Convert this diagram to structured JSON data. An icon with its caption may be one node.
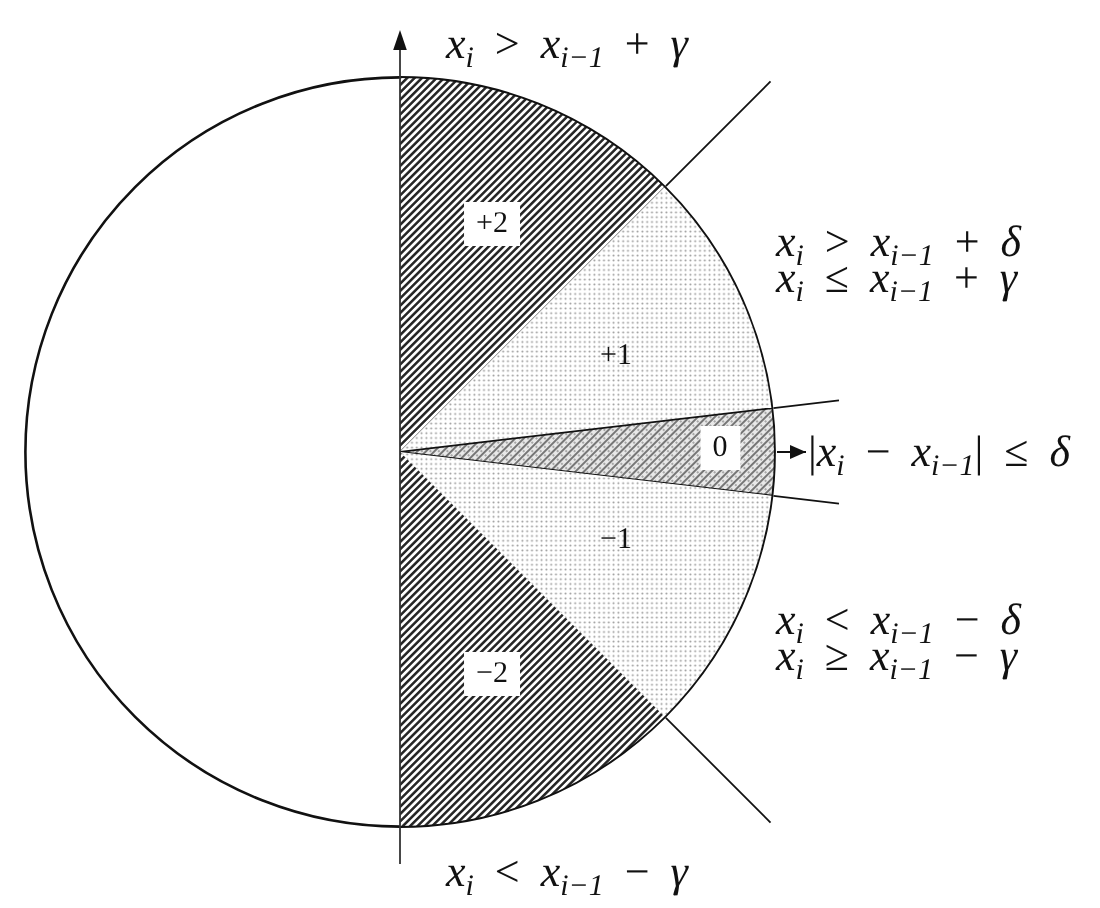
{
  "diagram": {
    "nodes": [
      {
        "text": [],
        "shape": "circle"
      },
      {
        "text": [
          "+2"
        ],
        "in": 0,
        "beside": [
          "*x*$_{i}$ > *x*$_{i−1}$ + *γ*"
        ]
      },
      {
        "text": [
          "+1"
        ],
        "in": 0,
        "beside": [
          "*x*$_{i}$ > *x*$_{i−1}$ + *δ*",
          "*x*$_{i}$ ≤ *x*$_{i−1}$ + *γ*"
        ]
      },
      {
        "text": [
          "0"
        ],
        "in": 0
      },
      {
        "text": [
          "−1"
        ],
        "in": 0,
        "beside": [
          "*x*$_{i}$ < *x*$_{i−1}$ − *δ*",
          "*x*$_{i}$ ≥ *x*$_{i−1}$ − *γ*"
        ]
      },
      {
        "text": [
          "−2"
        ],
        "in": 0,
        "beside": [
          "*x*$_{i}$ < *x*$_{i−1}$ − *γ*"
        ]
      },
      {
        "text": [
          "|*x*$_{i}$ − *x*$_{i−1}$| ≤ *δ*"
        ]
      }
    ],
    "edges": [
      {
        "from": 3,
        "to": 6,
        "arrow": "to"
      }
    ]
  }
}
